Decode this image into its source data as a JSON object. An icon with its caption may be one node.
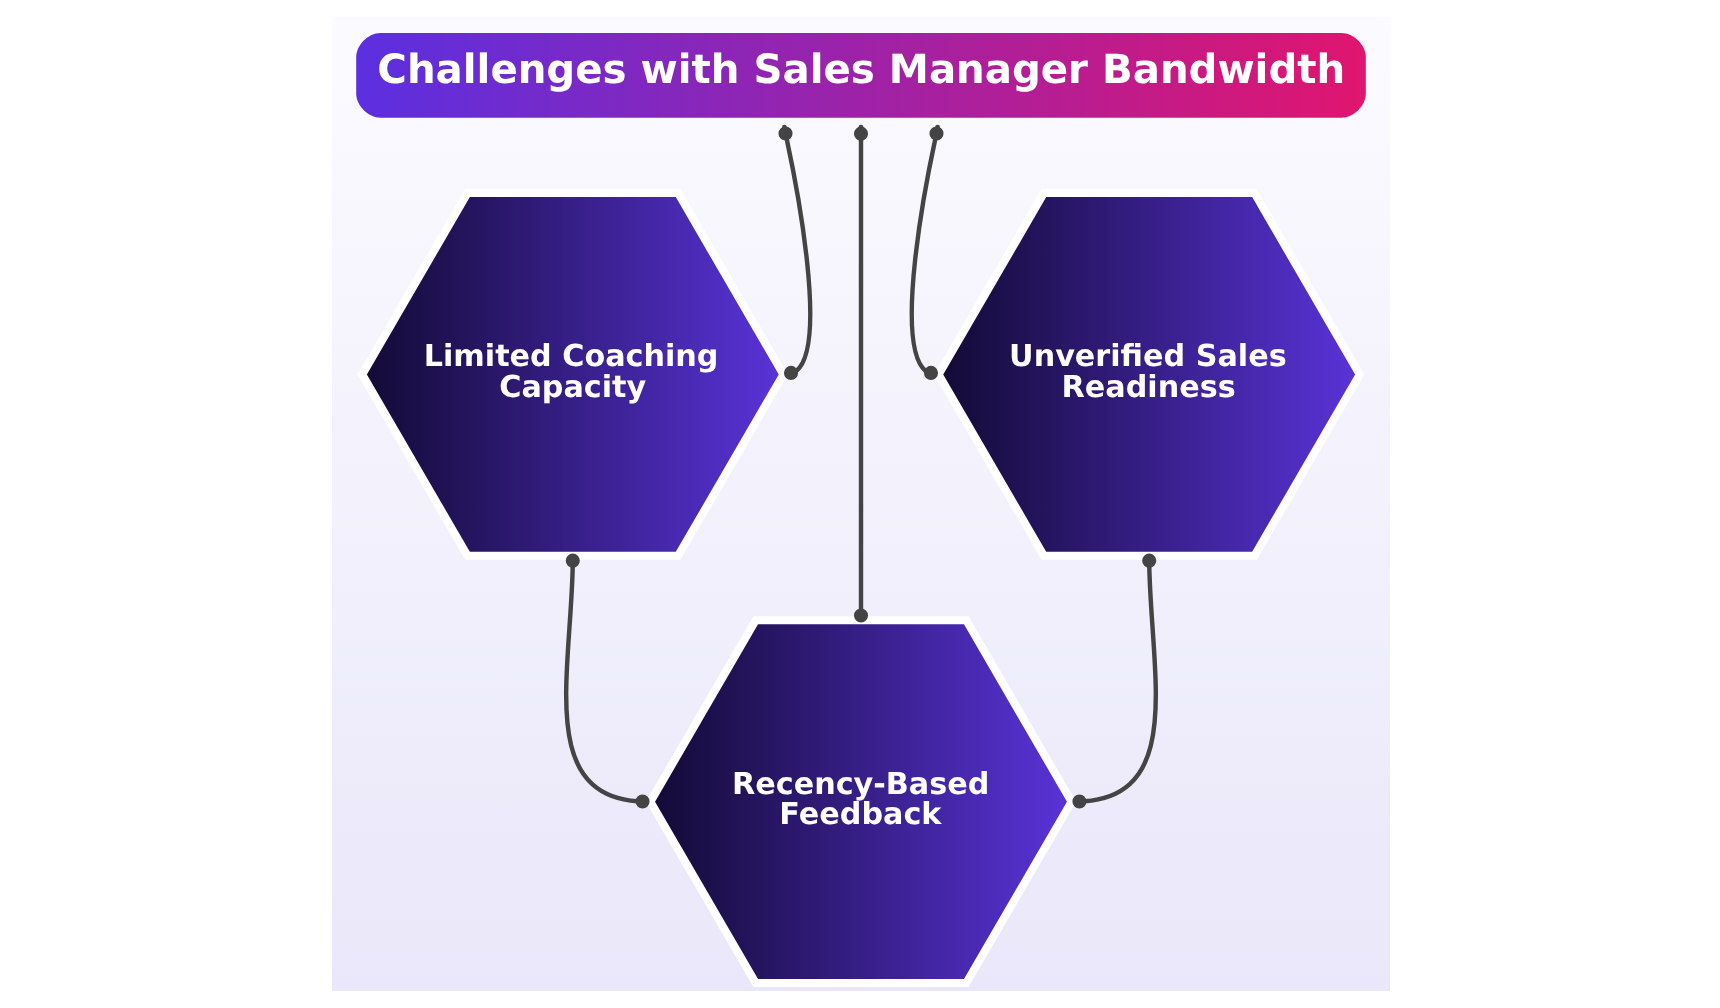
{
  "diagram": {
    "title": "Challenges with Sales Manager Bandwidth",
    "nodes": [
      {
        "text": [
          "Limited Coaching Capacity"
        ]
      },
      {
        "text": [
          "Recency-Based Feedback"
        ]
      },
      {
        "text": [
          "Unverified Sales Readiness"
        ]
      }
    ],
    "edges": [
      {
        "from": null,
        "to": 0,
        "arrow": "other"
      },
      {
        "from": null,
        "to": 1,
        "arrow": "other"
      },
      {
        "from": null,
        "to": 2,
        "arrow": "other"
      },
      {
        "from": 0,
        "to": 1,
        "arrow": "other"
      },
      {
        "from": 1,
        "to": 2,
        "arrow": "other"
      }
    ]
  }
}
